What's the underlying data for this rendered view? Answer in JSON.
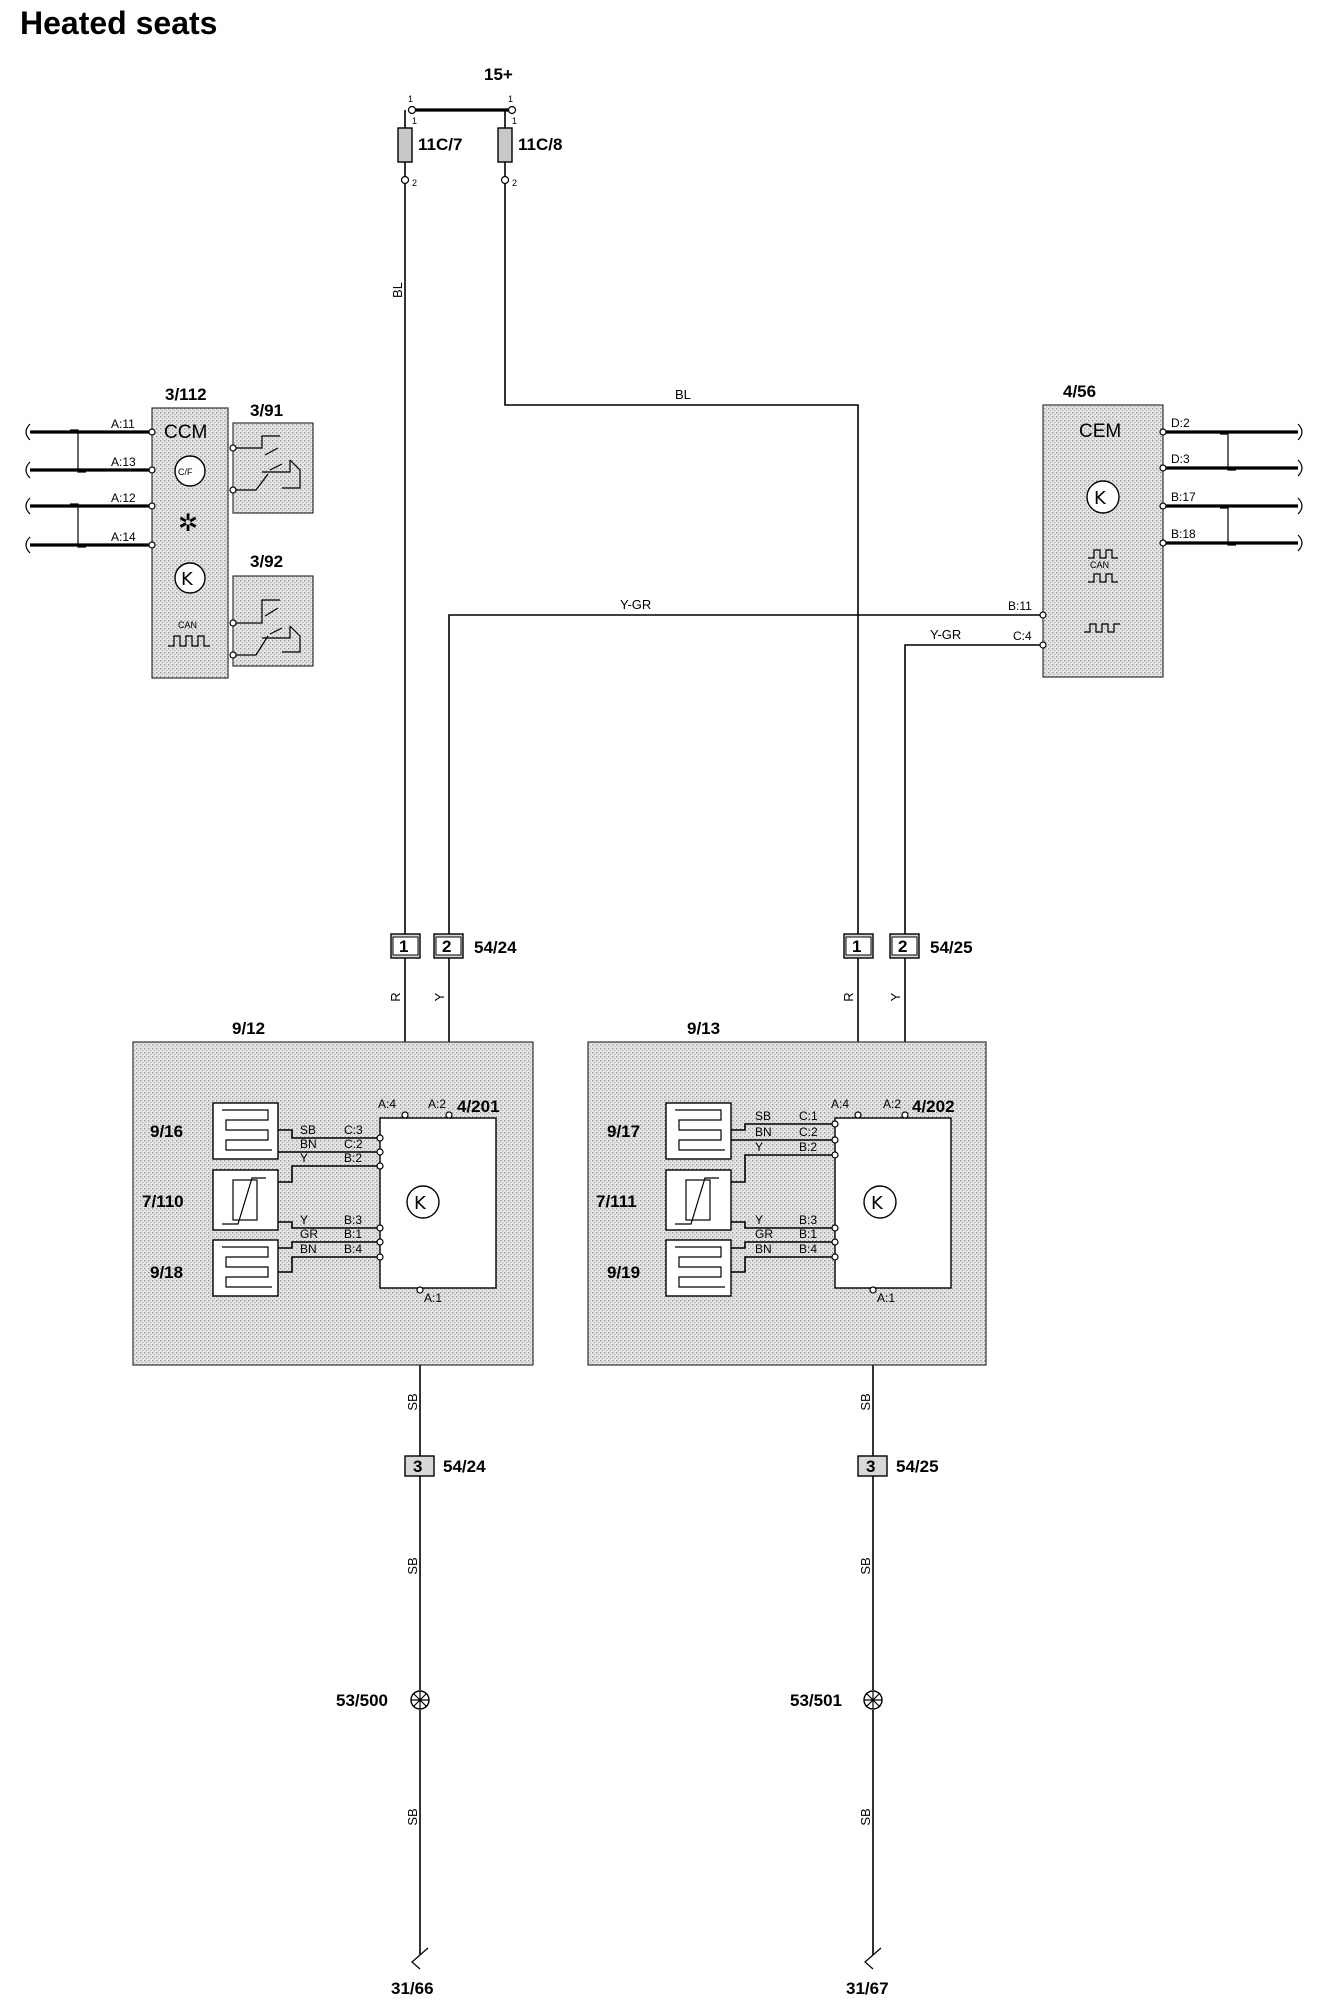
{
  "title": "Heated seats",
  "supply": {
    "label": "15+",
    "pin_left": "1",
    "pin_right": "1"
  },
  "fuses": [
    {
      "id": "11C/7",
      "pin_top": "1",
      "pin_bottom": "2"
    },
    {
      "id": "11C/8",
      "pin_top": "1",
      "pin_bottom": "2"
    }
  ],
  "wires": {
    "bl_left": "BL",
    "bl_cross": "BL",
    "ygr_b11": "Y-GR",
    "ygr_c4": "Y-GR",
    "r_left": "R",
    "y_left": "Y",
    "r_right": "R",
    "y_right": "Y",
    "sb_l1": "SB",
    "sb_l2": "SB",
    "sb_l3": "SB",
    "sb_r1": "SB",
    "sb_r2": "SB",
    "sb_r3": "SB"
  },
  "ccm": {
    "id": "3/112",
    "name": "CCM",
    "temp_symbol": "C/F",
    "can": "CAN",
    "pins": [
      "A:11",
      "A:13",
      "A:12",
      "A:14"
    ],
    "switch_top": "3/91",
    "switch_bottom": "3/92"
  },
  "cem": {
    "id": "4/56",
    "name": "CEM",
    "can": "CAN",
    "pins_right": [
      "D:2",
      "D:3",
      "B:17",
      "B:18"
    ],
    "pin_b11": "B:11",
    "pin_c4": "C:4"
  },
  "connectors": {
    "left_top": {
      "id": "54/24",
      "pin1": "1",
      "pin2": "2"
    },
    "right_top": {
      "id": "54/25",
      "pin1": "1",
      "pin2": "2"
    },
    "left_bottom": {
      "id": "54/24",
      "pin": "3"
    },
    "right_bottom": {
      "id": "54/25",
      "pin": "3"
    }
  },
  "seat_left": {
    "id": "9/12",
    "module": "4/201",
    "heater_top": "9/16",
    "sensor": "7/110",
    "heater_bottom": "9/18",
    "pin_a4": "A:4",
    "pin_a2": "A:2",
    "pin_a1": "A:1",
    "pins": [
      "C:3",
      "C:2",
      "B:2",
      "B:3",
      "B:1",
      "B:4"
    ],
    "wire_colors": [
      "SB",
      "BN",
      "Y",
      "Y",
      "GR",
      "BN"
    ]
  },
  "seat_right": {
    "id": "9/13",
    "module": "4/202",
    "heater_top": "9/17",
    "sensor": "7/111",
    "heater_bottom": "9/19",
    "pin_a4": "A:4",
    "pin_a2": "A:2",
    "pin_a1": "A:1",
    "pins": [
      "C:1",
      "C:2",
      "B:2",
      "B:3",
      "B:1",
      "B:4"
    ],
    "wire_colors": [
      "SB",
      "BN",
      "Y",
      "Y",
      "GR",
      "BN"
    ]
  },
  "ground_points": {
    "left": "53/500",
    "right": "53/501"
  },
  "grounds": {
    "left": "31/66",
    "right": "31/67"
  }
}
